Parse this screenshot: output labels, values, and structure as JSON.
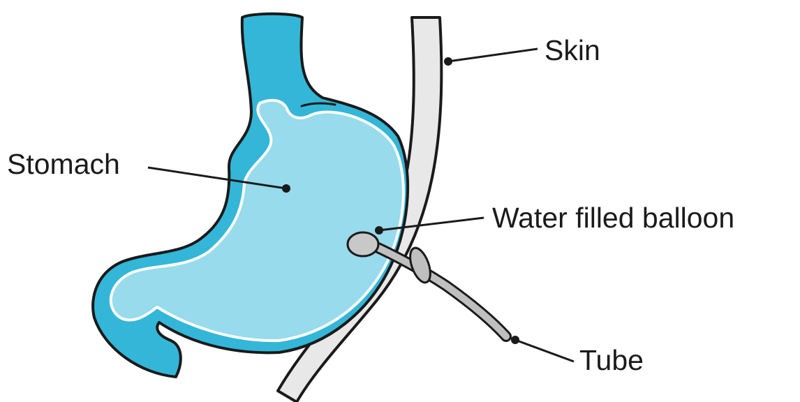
{
  "labels": {
    "skin": "Skin",
    "stomach": "Stomach",
    "balloon": "Water filled balloon",
    "tube": "Tube"
  },
  "colors": {
    "stomach_wall": "#33b6d8",
    "stomach_interior": "#97dbec",
    "skin": "#e8e8e8",
    "tube": "#bfbfbf",
    "balloon": "#c8c8c8",
    "outline": "#1a1a1a",
    "background": "#ffffff"
  }
}
